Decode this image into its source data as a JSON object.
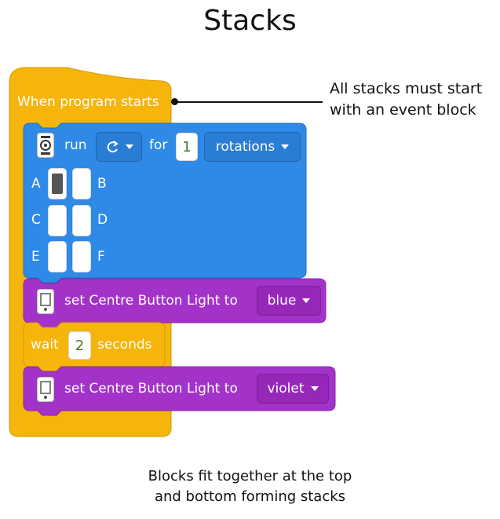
{
  "title": "Stacks",
  "callout": {
    "line1": "All stacks must start",
    "line2": "with an event block"
  },
  "caption": {
    "line1": "Blocks fit together at the top",
    "line2": "and bottom forming stacks"
  },
  "event_block": {
    "label": "When program starts",
    "color": "#F5B50A"
  },
  "motor_block": {
    "color": "#2E8AE6",
    "run_label": "run",
    "direction_icon": "clockwise-icon",
    "for_label": "for",
    "amount": "1",
    "unit": "rotations",
    "ports": [
      {
        "left": "A",
        "right": "B",
        "left_selected": true,
        "right_selected": false
      },
      {
        "left": "C",
        "right": "D",
        "left_selected": false,
        "right_selected": false
      },
      {
        "left": "E",
        "right": "F",
        "left_selected": false,
        "right_selected": false
      }
    ]
  },
  "light_block_1": {
    "color": "#A333C8",
    "label": "set Centre Button Light to",
    "value": "blue"
  },
  "wait_block": {
    "color": "#F5B50A",
    "wait_label": "wait",
    "amount": "2",
    "unit_label": "seconds"
  },
  "light_block_2": {
    "color": "#A333C8",
    "label": "set Centre Button Light to",
    "value": "violet"
  }
}
